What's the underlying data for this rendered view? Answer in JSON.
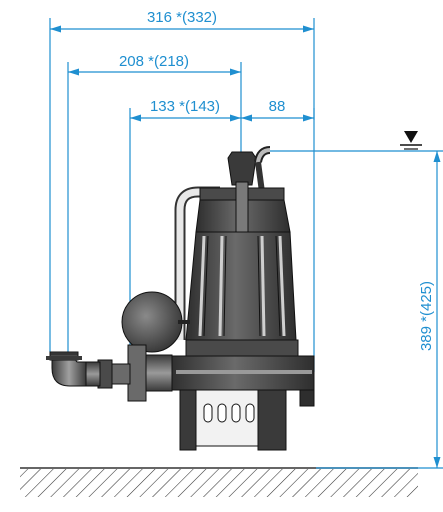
{
  "dimensions": {
    "overall_width": "316 *(332)",
    "outlet_to_center": "208 *(218)",
    "flange_to_center": "133 *(143)",
    "center_to_back": "88",
    "height": "389 *(425)"
  },
  "colors": {
    "dimension": "#1f8fd0",
    "pump_dark": "#3a3a3a",
    "pump_mid": "#5a5a5a",
    "pump_light": "#8c8c8c",
    "line": "#222222"
  },
  "icons": {
    "water_level": "triangle-down-water-level-icon",
    "ground": "hatched-ground"
  }
}
